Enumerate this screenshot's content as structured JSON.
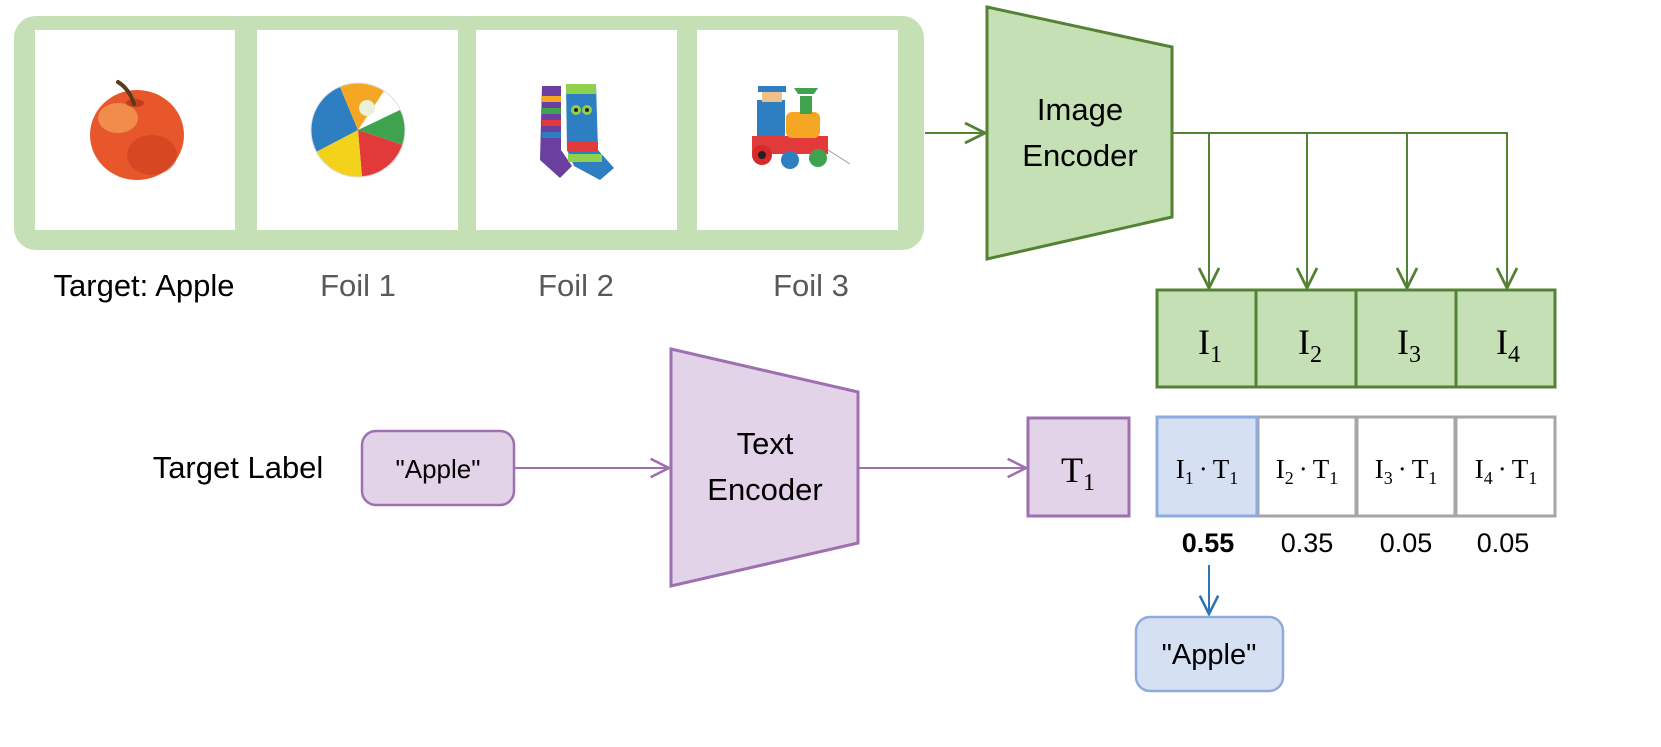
{
  "colors": {
    "green_fill": "#c5e0b4",
    "green_stroke": "#548235",
    "purple_fill": "#e3d3e8",
    "purple_stroke": "#9e70b0",
    "blue_fill": "#d6e0f3",
    "blue_stroke": "#8faadc",
    "blue_arrow": "#2e75b6",
    "gray_stroke": "#a6a6a6",
    "gray_text": "#595959",
    "black_text": "#000000"
  },
  "images": [
    {
      "caption": "Target: Apple",
      "icon": "apple-icon"
    },
    {
      "caption": "Foil 1",
      "icon": "beach-ball-icon"
    },
    {
      "caption": "Foil 2",
      "icon": "socks-icon"
    },
    {
      "caption": "Foil 3",
      "icon": "toy-train-icon"
    }
  ],
  "image_encoder": {
    "line1": "Image",
    "line2": "Encoder"
  },
  "text_encoder": {
    "line1": "Text",
    "line2": "Encoder"
  },
  "target_label": "Target Label",
  "input_label": "\"Apple\"",
  "image_embeddings": [
    {
      "base": "I",
      "sub": "1"
    },
    {
      "base": "I",
      "sub": "2"
    },
    {
      "base": "I",
      "sub": "3"
    },
    {
      "base": "I",
      "sub": "4"
    }
  ],
  "text_embedding": {
    "base": "T",
    "sub": "1"
  },
  "dot_products": [
    {
      "a": "I",
      "a_sub": "1",
      "op": "·",
      "b": "T",
      "b_sub": "1"
    },
    {
      "a": "I",
      "a_sub": "2",
      "op": "·",
      "b": "T",
      "b_sub": "1"
    },
    {
      "a": "I",
      "a_sub": "3",
      "op": "·",
      "b": "T",
      "b_sub": "1"
    },
    {
      "a": "I",
      "a_sub": "4",
      "op": "·",
      "b": "T",
      "b_sub": "1"
    }
  ],
  "scores": [
    "0.55",
    "0.35",
    "0.05",
    "0.05"
  ],
  "prediction": "\"Apple\""
}
